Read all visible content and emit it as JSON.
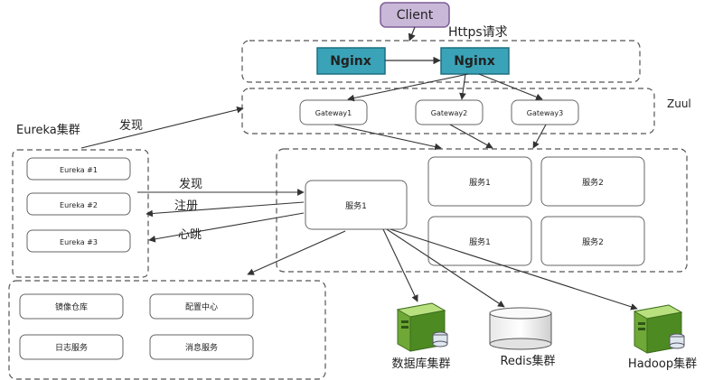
{
  "client": {
    "label": "Client",
    "request_label": "Https请求"
  },
  "nginx": [
    "Nginx",
    "Nginx"
  ],
  "zuul_label": "Zuul",
  "gateways": [
    "Gateway1",
    "Gateway2",
    "Gateway3"
  ],
  "eureka": {
    "title": "Eureka集群",
    "nodes": [
      "Eureka #1",
      "Eureka #2",
      "Eureka #3"
    ],
    "discover_to_gateway": "发现"
  },
  "arrows": {
    "discover": "发现",
    "register": "注册",
    "heartbeat": "心跳"
  },
  "service_main": "服务1",
  "service_grid": [
    "服务1",
    "服务2",
    "服务1",
    "服务2"
  ],
  "infra": [
    "镜像仓库",
    "配置中心",
    "日志服务",
    "消息服务"
  ],
  "clusters": [
    "数据库集群",
    "Redis集群",
    "Hadoop集群"
  ],
  "colors": {
    "client_fill": "#c9b8d8",
    "client_stroke": "#7d5f95",
    "nginx_fill": "#3aa3b8",
    "nginx_stroke": "#1d6f80",
    "server_green": "#8dc63f",
    "server_dark": "#3e6e1e",
    "dashed": "#555555"
  }
}
